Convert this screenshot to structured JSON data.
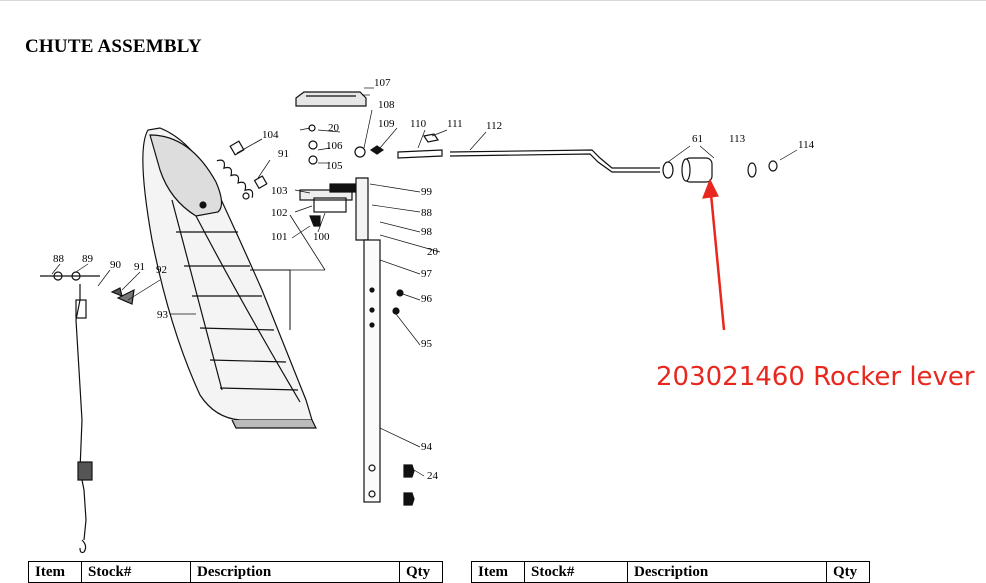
{
  "title": "CHUTE ASSEMBLY",
  "annotation": {
    "text": "203021460 Rocker lever",
    "color": "#e8281e"
  },
  "callouts": [
    "107",
    "108",
    "109",
    "110",
    "111",
    "112",
    "20",
    "104",
    "106",
    "91",
    "105",
    "61",
    "113",
    "114",
    "103",
    "99",
    "102",
    "88",
    "101",
    "100",
    "98",
    "20",
    "97",
    "88",
    "89",
    "90",
    "91",
    "92",
    "96",
    "93",
    "95",
    "94",
    "24"
  ],
  "table_left": {
    "headers": [
      "Item",
      "Stock#",
      "Description",
      "Qty"
    ]
  },
  "table_right": {
    "headers": [
      "Item",
      "Stock#",
      "Description",
      "Qty"
    ]
  }
}
